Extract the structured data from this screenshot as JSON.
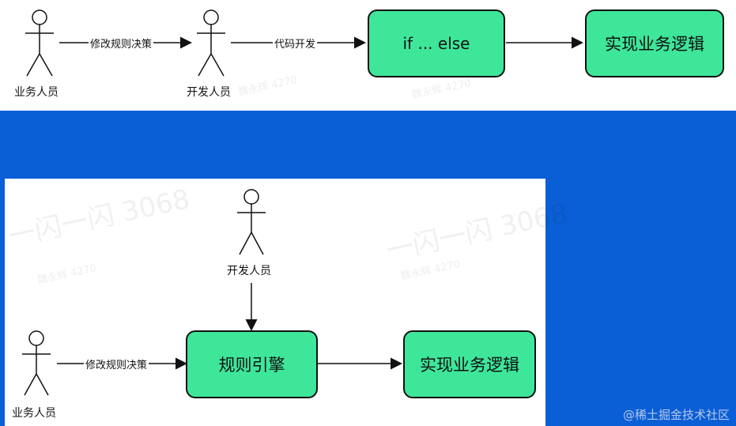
{
  "top": {
    "actor_business": "业务人员",
    "actor_dev": "开发人员",
    "edge_modify": "修改规则决策",
    "edge_code": "代码开发",
    "box_ifelse": "if ... else",
    "box_logic": "实现业务逻辑"
  },
  "bottom": {
    "actor_dev": "开发人员",
    "actor_business": "业务人员",
    "edge_modify": "修改规则决策",
    "box_engine": "规则引擎",
    "box_logic": "实现业务逻辑"
  },
  "watermarks": {
    "main_a": "一闪一闪 3068",
    "main_b": "一闪一闪 3068",
    "small_a": "魏永辉 4270",
    "small_b": "魏永辉 4270"
  },
  "brand": "@稀土掘金技术社区",
  "colors": {
    "box_fill": "#3ee69a",
    "background": "#0a5fd6"
  }
}
